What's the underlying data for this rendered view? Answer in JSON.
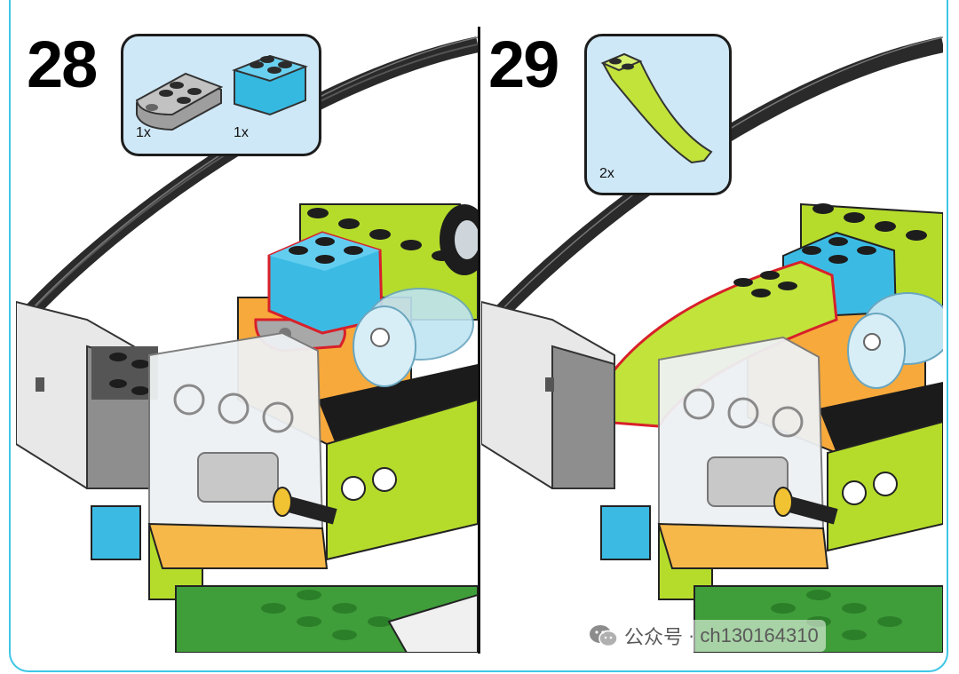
{
  "steps": [
    {
      "number": "28",
      "parts": [
        {
          "name": "plate-2x3-with-hole",
          "color": "#a7a9ac",
          "quantity": "1x"
        },
        {
          "name": "brick-2x2",
          "color": "#35b9e1",
          "quantity": "1x"
        }
      ]
    },
    {
      "number": "29",
      "parts": [
        {
          "name": "curved-slope-lime",
          "color": "#c1e33a",
          "quantity": "2x"
        }
      ]
    }
  ],
  "watermark": {
    "channel": "公众号",
    "separator": "·",
    "account": "ch130164310"
  },
  "colors": {
    "frame": "#3fc6e6",
    "callout_bg": "#cfe8f7",
    "lime": "#b5dc2b",
    "azure": "#3bbbe4",
    "orange": "#f7a93b",
    "gray": "#a8a8a8",
    "green": "#3f9e3a",
    "highlight": "#d8202a"
  }
}
